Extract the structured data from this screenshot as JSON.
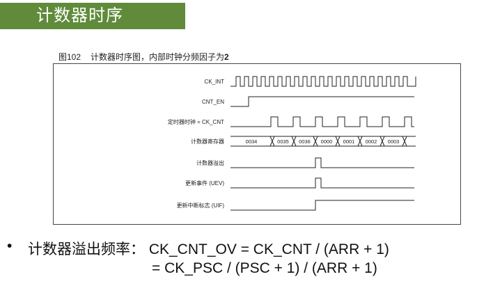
{
  "title": "计数器时序",
  "figure": {
    "number": "图102",
    "caption": "计数器时序图，内部时钟分频因子为",
    "caption_value": "2"
  },
  "signals": [
    {
      "label": "CK_INT"
    },
    {
      "label": "CNT_EN"
    },
    {
      "label": "定时器时钟 = CK_CNT"
    },
    {
      "label": "计数器寄存器"
    },
    {
      "label": "计数器溢出"
    },
    {
      "label": "更新事件 (UEV)"
    },
    {
      "label": "更新中断标志 (UIF)"
    }
  ],
  "counter_values": [
    "0034",
    "0035",
    "0036",
    "0000",
    "0001",
    "0002",
    "0003"
  ],
  "formula": {
    "bullet": "•",
    "line1": "计数器溢出频率： CK_CNT_OV = CK_CNT / (ARR + 1)",
    "line2": "= CK_PSC / (PSC + 1) / (ARR + 1)"
  },
  "colors": {
    "title_bg": "#5f8b3a",
    "title_text": "#ffffff"
  }
}
